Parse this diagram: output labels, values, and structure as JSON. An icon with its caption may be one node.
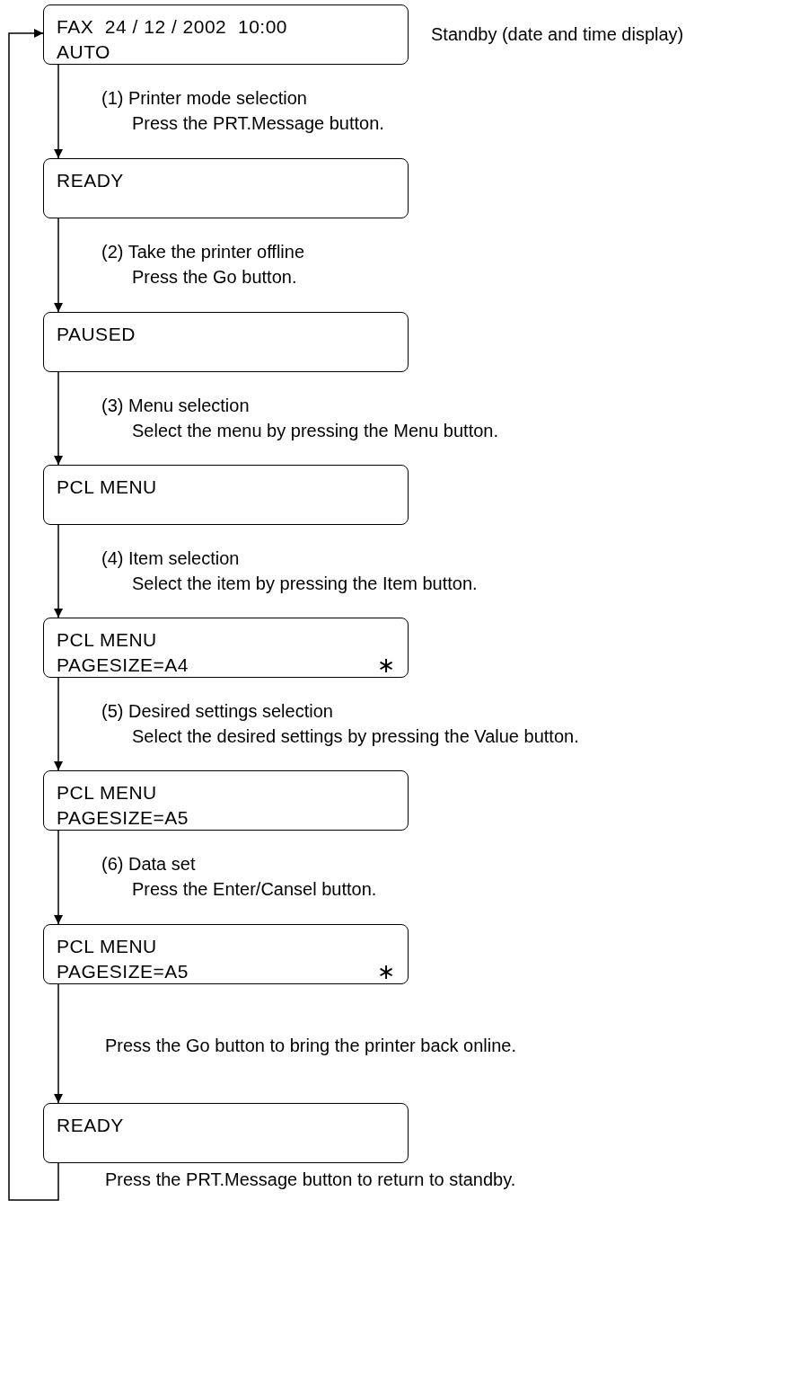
{
  "diagram": {
    "nodes": [
      {
        "text": [
          "FAX  24 / 12 / 2002  10:00",
          "AUTO"
        ],
        "beside": [
          "Standby (date and time display)"
        ]
      },
      {
        "text": [
          "READY"
        ]
      },
      {
        "text": [
          "PAUSED"
        ]
      },
      {
        "text": [
          "PCL MENU"
        ]
      },
      {
        "text": [
          "PCL MENU",
          "PAGESIZE=A4",
          "∗"
        ]
      },
      {
        "text": [
          "PCL MENU",
          "PAGESIZE=A5"
        ]
      },
      {
        "text": [
          "PCL MENU",
          "PAGESIZE=A5",
          "∗"
        ]
      },
      {
        "text": [
          "READY"
        ]
      }
    ],
    "edges": [
      {
        "from": 0,
        "to": 1,
        "arrow": "to",
        "label": "(1) Printer mode selection"
      },
      {
        "from": 1,
        "to": 2,
        "arrow": "to",
        "label": "(2) Take the printer offline"
      },
      {
        "from": 2,
        "to": 3,
        "arrow": "to",
        "label": "(3) Menu selection"
      },
      {
        "from": 3,
        "to": 4,
        "arrow": "to",
        "label": "(4) Item selection"
      },
      {
        "from": 4,
        "to": 5,
        "arrow": "to",
        "label": "(5) Desired settings selection"
      },
      {
        "from": 5,
        "to": 6,
        "arrow": "to",
        "label": "(6) Data set"
      },
      {
        "from": 6,
        "to": 7,
        "arrow": "to",
        "label": "Press the Go button to bring the printer back online."
      },
      {
        "from": 7,
        "to": 0,
        "arrow": "to",
        "label": "Press the PRT.Message button to return to standby."
      }
    ],
    "labels": [
      "Press the PRT.Message button.",
      "Press the Go button.",
      "Select the menu by pressing the Menu button.",
      "Select the item by pressing the Item button.",
      "Select the desired settings by pressing the Value button.",
      "Press the Enter/Cansel button."
    ]
  }
}
